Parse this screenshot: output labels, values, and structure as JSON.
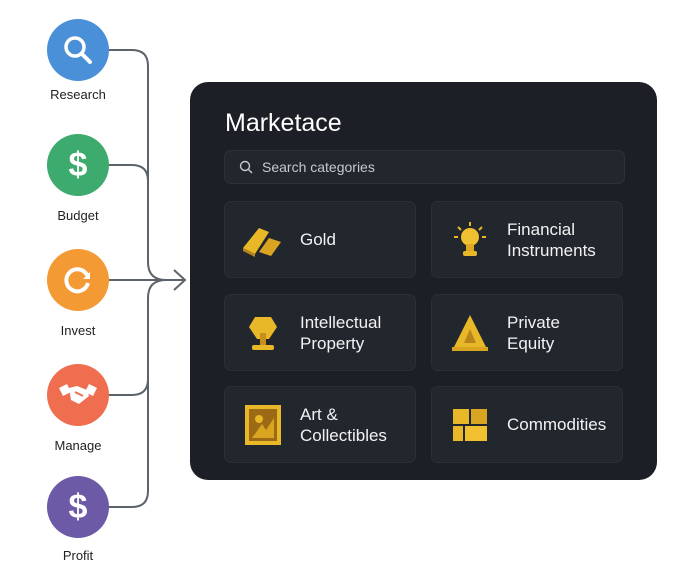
{
  "steps": [
    {
      "label": "Research",
      "icon": "search-icon",
      "color": "#4a90d9"
    },
    {
      "label": "Budget",
      "icon": "dollar-icon",
      "color": "#3daa6e"
    },
    {
      "label": "Invest",
      "icon": "refresh-icon",
      "color": "#f39a35"
    },
    {
      "label": "Manage",
      "icon": "handshake-icon",
      "color": "#ee6e4f"
    },
    {
      "label": "Profit",
      "icon": "dollar-icon",
      "color": "#6c5aa6"
    }
  ],
  "panel": {
    "title": "Marketace",
    "search_placeholder": "Search categories",
    "categories": [
      {
        "label": "Gold",
        "icon": "gold-bars-icon"
      },
      {
        "label": "Financial\nInstruments",
        "icon": "lightbulb-icon"
      },
      {
        "label": "Intellectual\nProperty",
        "icon": "gem-trophy-icon"
      },
      {
        "label": "Private\nEquity",
        "icon": "pyramid-icon"
      },
      {
        "label": "Art &\nCollectibles",
        "icon": "picture-frame-icon"
      },
      {
        "label": "Commodities",
        "icon": "blocks-icon"
      }
    ]
  },
  "colors": {
    "panel": "#1c1f25",
    "card": "#22262d",
    "gold": "#e8b828",
    "connector": "#5d636b"
  }
}
